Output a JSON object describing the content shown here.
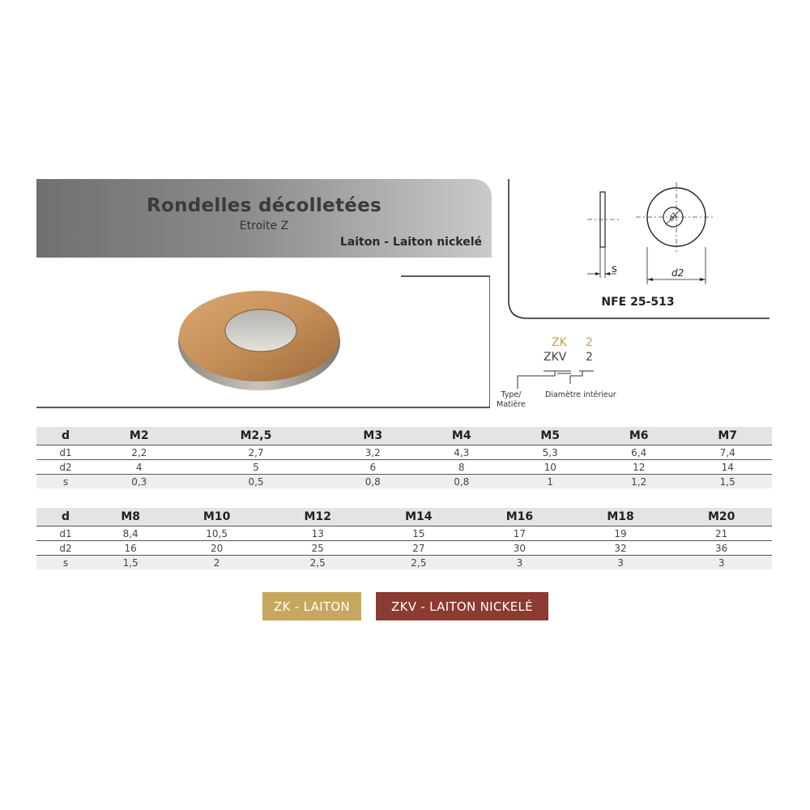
{
  "header": {
    "title": "Rondelles décolletées",
    "subtitle": "Etroite Z",
    "material": "Laiton - Laiton nickelé"
  },
  "drawing": {
    "norm": "NFE 25-513",
    "label_s": "s",
    "label_d2": "d2",
    "label_d1": "d1"
  },
  "reference": {
    "zk_code": "ZK",
    "zk_num": "2",
    "zkv_code": "ZKV",
    "zkv_num": "2",
    "type_label_1": "Type/",
    "type_label_2": "Matière",
    "diam_label": "Diamètre intérieur"
  },
  "table1": {
    "header": [
      "d",
      "M2",
      "M2,5",
      "M3",
      "M4",
      "M5",
      "M6",
      "M7"
    ],
    "rows": [
      [
        "d1",
        "2,2",
        "2,7",
        "3,2",
        "4,3",
        "5,3",
        "6,4",
        "7,4"
      ],
      [
        "d2",
        "4",
        "5",
        "6",
        "8",
        "10",
        "12",
        "14"
      ],
      [
        "s",
        "0,3",
        "0,5",
        "0,8",
        "0,8",
        "1",
        "1,2",
        "1,5"
      ]
    ]
  },
  "table2": {
    "header": [
      "d",
      "M8",
      "M10",
      "M12",
      "M14",
      "M16",
      "M18",
      "M20"
    ],
    "rows": [
      [
        "d1",
        "8,4",
        "10,5",
        "13",
        "15",
        "17",
        "19",
        "21"
      ],
      [
        "d2",
        "16",
        "20",
        "25",
        "27",
        "30",
        "32",
        "36"
      ],
      [
        "s",
        "1,5",
        "2",
        "2,5",
        "2,5",
        "3",
        "3",
        "3"
      ]
    ]
  },
  "legend": {
    "zk": "ZK - LAITON",
    "zkv": "ZKV - LAITON NICKELÉ"
  },
  "colors": {
    "brass": "#c7a75e",
    "nickel": "#8b3b30"
  }
}
